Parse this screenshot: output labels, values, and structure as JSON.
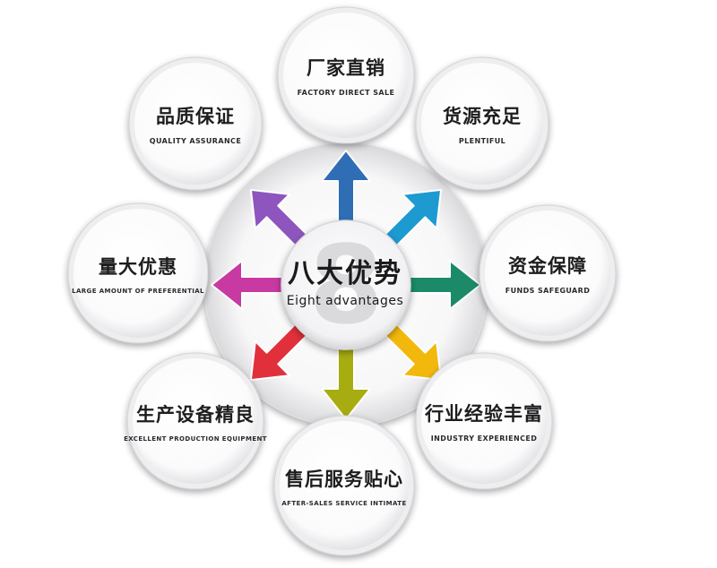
{
  "center": {
    "watermark": "8",
    "title": "八大优势",
    "subtitle": "Eight advantages"
  },
  "advantages": [
    {
      "cn": "厂家直销",
      "en": "FACTORY DIRECT SALE"
    },
    {
      "cn": "货源充足",
      "en": "PLENTIFUL"
    },
    {
      "cn": "资金保障",
      "en": "FUNDS SAFEGUARD"
    },
    {
      "cn": "行业经验丰富",
      "en": "INDUSTRY EXPERIENCED"
    },
    {
      "cn": "售后服务贴心",
      "en": "AFTER-SALES SERVICE INTIMATE"
    },
    {
      "cn": "生产设备精良",
      "en": "EXCELLENT PRODUCTION EQUIPMENT"
    },
    {
      "cn": "量大优惠",
      "en": "LARGE AMOUNT OF PREFERENTIAL"
    },
    {
      "cn": "品质保证",
      "en": "QUALITY ASSURANCE"
    }
  ],
  "arrow_colors": [
    "#2f6db5",
    "#1d9ad0",
    "#1c8a68",
    "#f2b80c",
    "#a7ad10",
    "#e1303b",
    "#c83aa2",
    "#8d55bd"
  ]
}
